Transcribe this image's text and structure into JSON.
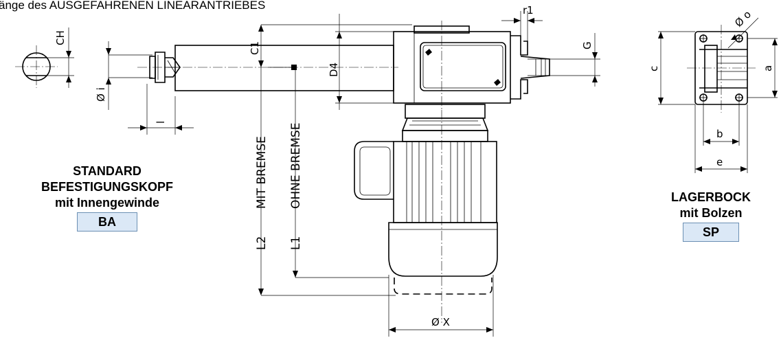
{
  "caption": "änge des AUSGEFAHRENEN LINEARANTRIEBES",
  "left_label": {
    "line1": "STANDARD",
    "line2": "BEFESTIGUNGSKOPF",
    "line3": "mit Innengewinde",
    "badge": "BA"
  },
  "right_label": {
    "line1": "LAGERBOCK",
    "line2": "mit Bolzen",
    "badge": "SP"
  },
  "dimensions": {
    "CH": "CH",
    "Oi": "Ø i",
    "l": "l",
    "C1": "C1",
    "D4": "D4",
    "r1": "r1",
    "G": "G",
    "mit_bremse": "MIT BREMSE",
    "ohne_bremse": "OHNE BREMSE",
    "L2": "L2",
    "L1": "L1",
    "OX": "Ø X",
    "Oo": "Ø o",
    "c": "c",
    "a": "a",
    "b": "b",
    "e": "e"
  },
  "colors": {
    "badge_fill": "#dbe8f6",
    "badge_border": "#6b8fb3"
  }
}
